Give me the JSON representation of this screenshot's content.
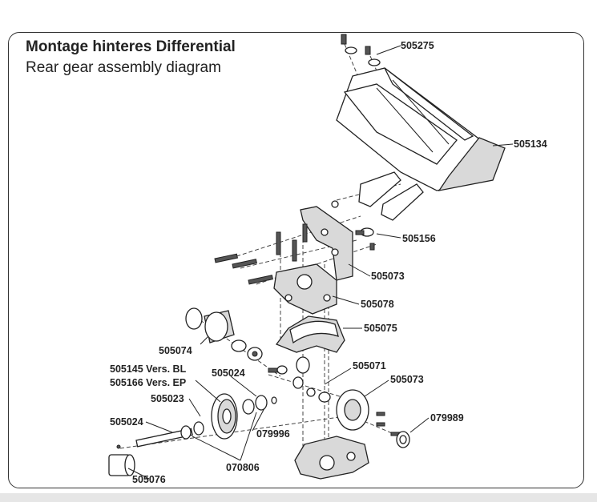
{
  "header": {
    "title": "Montage hinteres Differential",
    "subtitle": "Rear gear assembly diagram"
  },
  "labels": {
    "p505275": "505275",
    "p505134": "505134",
    "p505156": "505156",
    "p505073a": "505073",
    "p505078": "505078",
    "p505075": "505075",
    "p505074": "505074",
    "p505145": "505145 Vers. BL",
    "p505166": "505166 Vers. EP",
    "p505024a": "505024",
    "p505071": "505071",
    "p505073b": "505073",
    "p505023": "505023",
    "p079989": "079989",
    "p505024b": "505024",
    "p079996": "079996",
    "p070806": "070806",
    "p505076": "505076"
  }
}
